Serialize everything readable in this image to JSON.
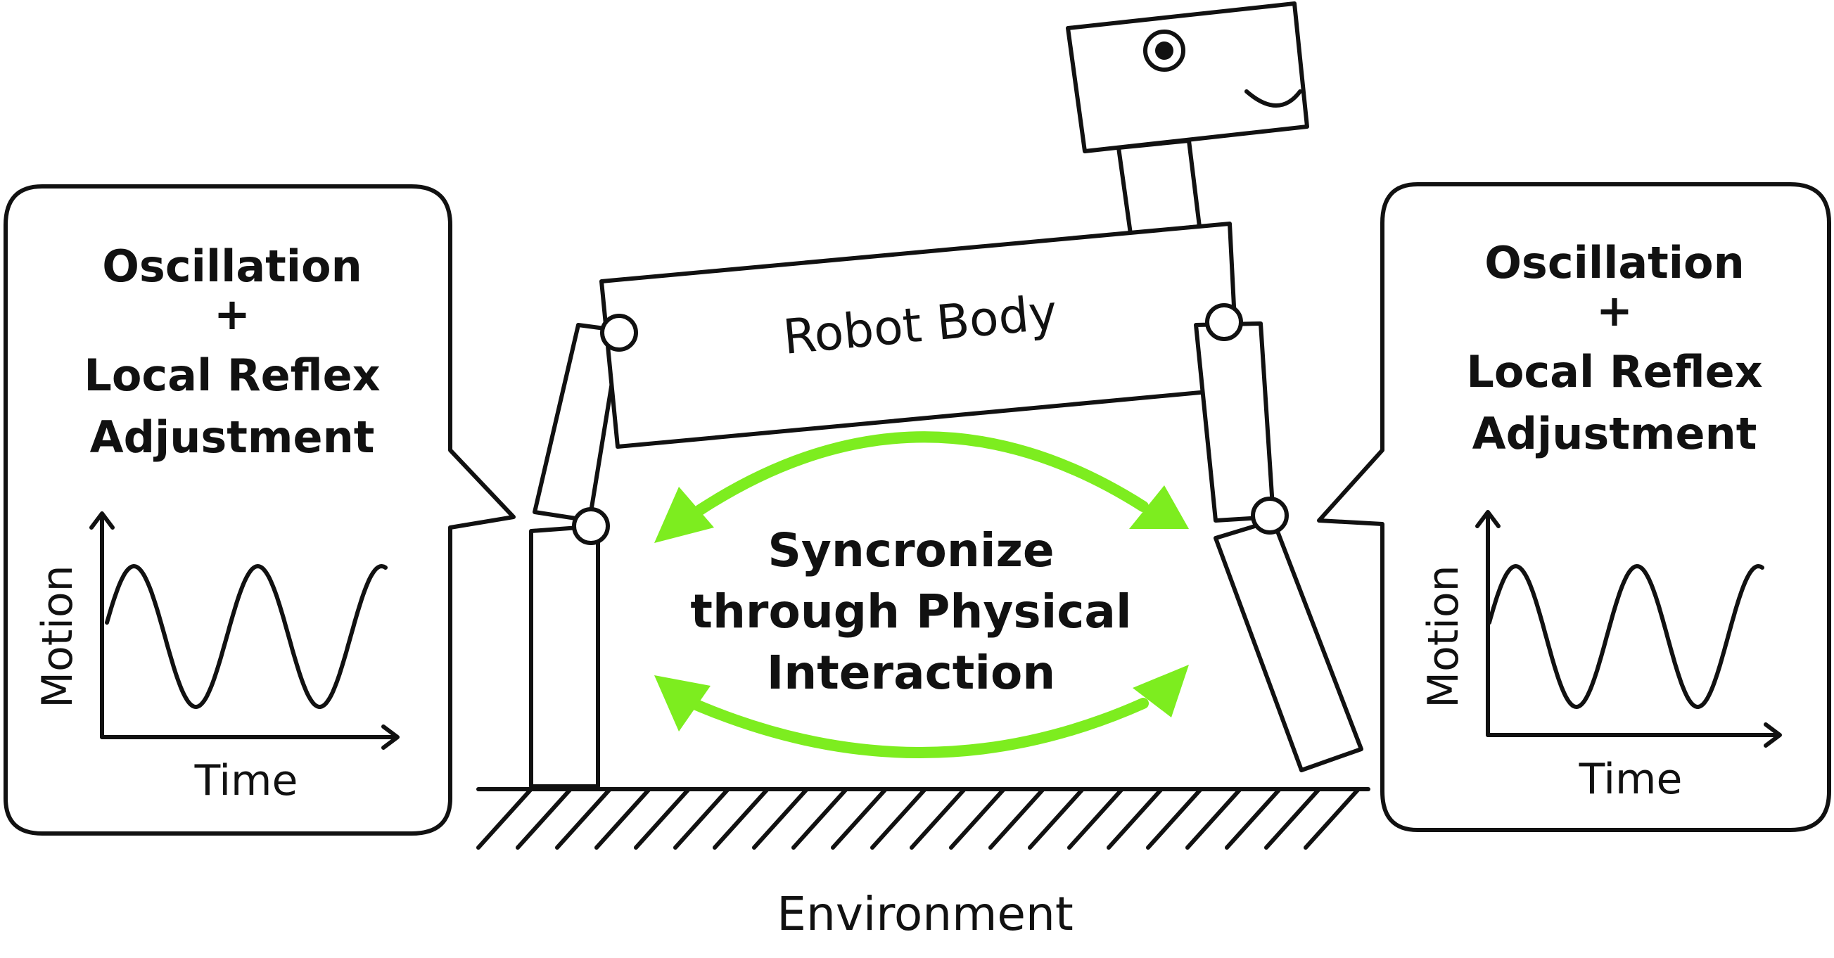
{
  "left_callout": {
    "line1": "Oscillation",
    "line2": "+",
    "line3": "Local Reflex",
    "line4": "Adjustment",
    "y_axis_label": "Motion",
    "x_axis_label": "Time"
  },
  "right_callout": {
    "line1": "Oscillation",
    "line2": "+",
    "line3": "Local Reflex",
    "line4": "Adjustment",
    "y_axis_label": "Motion",
    "x_axis_label": "Time"
  },
  "robot": {
    "body_label": "Robot Body"
  },
  "center": {
    "line1": "Syncronize",
    "line2": "through Physical",
    "line3": "Interaction"
  },
  "ground": {
    "label": "Environment"
  },
  "colors": {
    "arrow": "#7ded1f",
    "stroke": "#111111"
  }
}
